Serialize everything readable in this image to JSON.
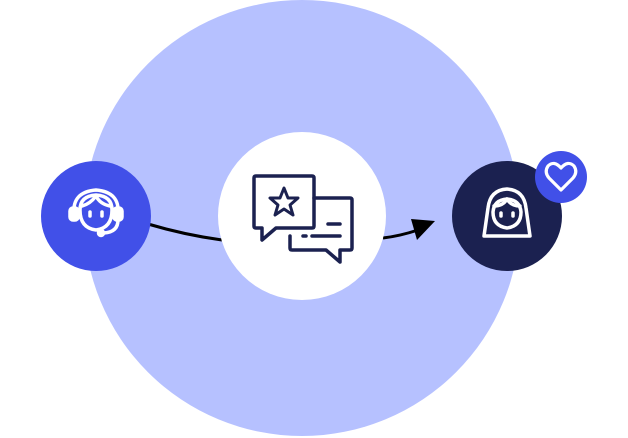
{
  "diagram": {
    "description_nodes": [
      {
        "id": "agent",
        "icon": "headset-agent-icon"
      },
      {
        "id": "reviews",
        "icon": "reviews-chat-star-icon"
      },
      {
        "id": "customer",
        "icon": "customer-woman-icon"
      },
      {
        "id": "favorite",
        "icon": "heart-icon"
      }
    ],
    "flow": {
      "from": "agent",
      "to": "customer",
      "via": "reviews"
    }
  },
  "colors": {
    "halo": "#b6c1ff",
    "agent_fill": "#4150e8",
    "customer_fill": "#1b2150",
    "center_fill": "#ffffff",
    "icon_stroke_dark": "#1b2150",
    "icon_stroke_light": "#ffffff",
    "arrow": "#000000",
    "heart_fill": "#4150e8"
  }
}
